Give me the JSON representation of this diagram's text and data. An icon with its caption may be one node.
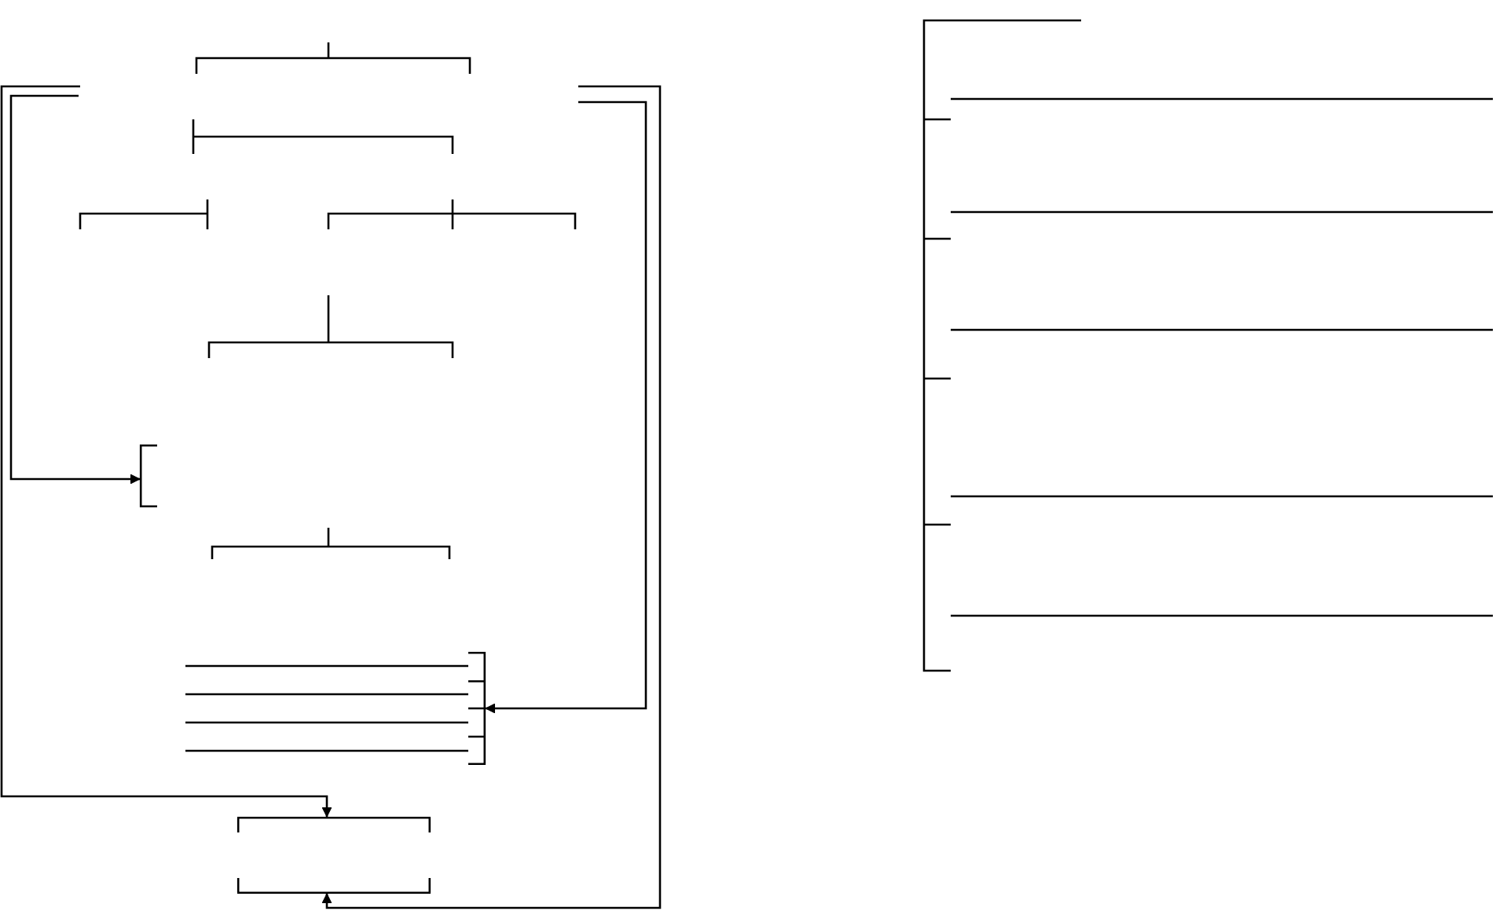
{
  "diagram": {
    "nodes": [
      {
        "text": [],
        "shape": "bracket"
      },
      {
        "text": [],
        "shape": "bracket"
      },
      {
        "text": [],
        "shape": "bracket"
      },
      {
        "text": [],
        "shape": "bracket"
      }
    ],
    "edges": [
      {
        "from": null,
        "to": 0,
        "arrow": "to"
      },
      {
        "from": null,
        "to": 1,
        "arrow": "to"
      },
      {
        "from": null,
        "to": 2,
        "arrow": "to"
      },
      {
        "from": null,
        "to": 3,
        "arrow": "to"
      }
    ]
  }
}
